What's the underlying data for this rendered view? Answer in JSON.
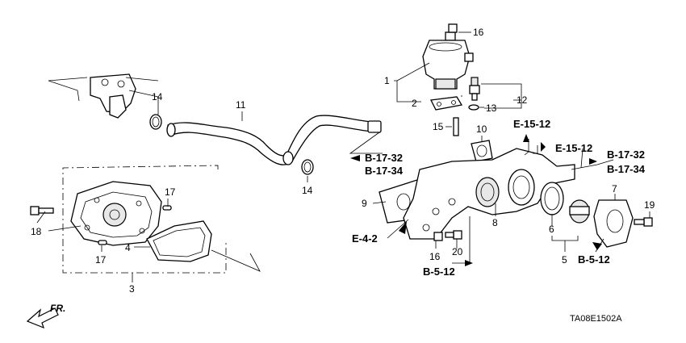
{
  "callouts": {
    "c1": "1",
    "c2": "2",
    "c3": "3",
    "c4": "4",
    "c5": "5",
    "c6": "6",
    "c7": "7",
    "c8": "8",
    "c9": "9",
    "c10": "10",
    "c11": "11",
    "c12": "12",
    "c13": "13",
    "c14a": "14",
    "c14b": "14",
    "c15": "15",
    "c16a": "16",
    "c16b": "16",
    "c17a": "17",
    "c17b": "17",
    "c18": "18",
    "c19": "19",
    "c20": "20"
  },
  "refs": {
    "b1732_left": "B-17-32",
    "b1734_left": "B-17-34",
    "e1512_top": "E-15-12",
    "e1512_right": "E-15-12",
    "b1732_right": "B-17-32",
    "b1734_right": "B-17-34",
    "e42": "E-4-2",
    "b512_bottom": "B-5-12",
    "b512_right": "B-5-12"
  },
  "direction_label": "FR.",
  "diagram_code": "TA08E1502A"
}
